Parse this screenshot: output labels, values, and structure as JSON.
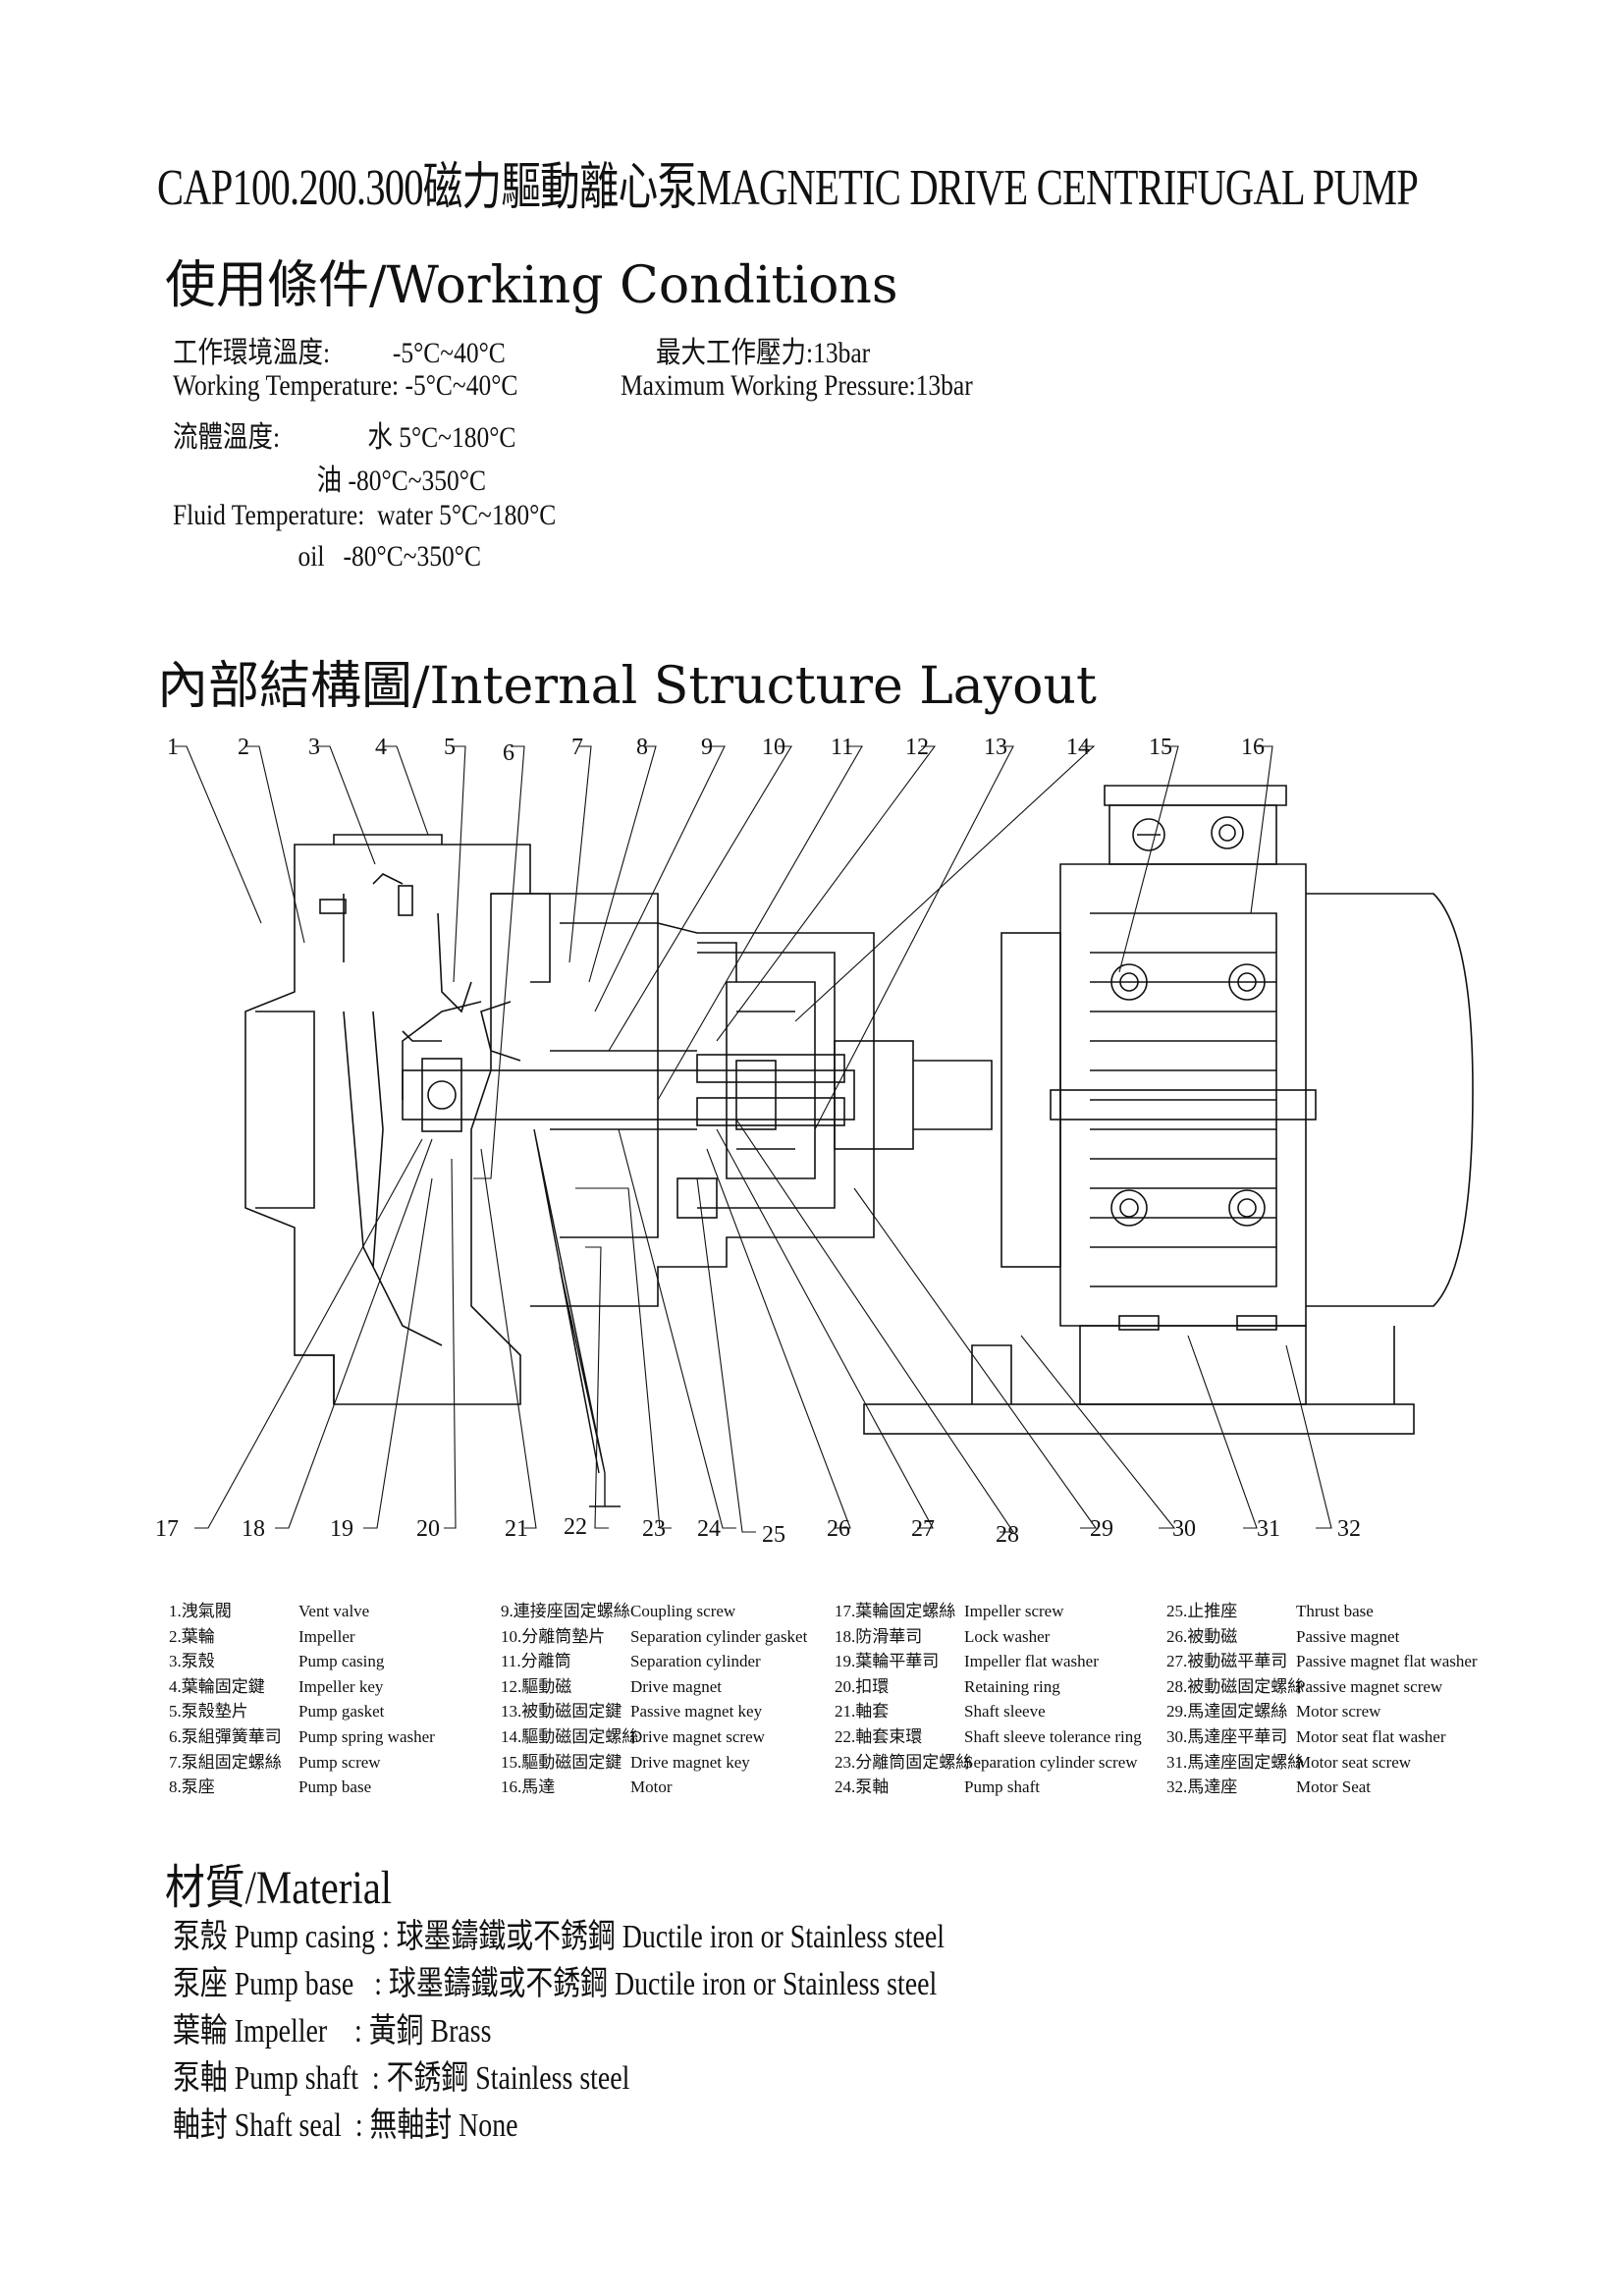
{
  "title": "CAP100.200.300磁力驅動離心泵MAGNETIC DRIVE CENTRIFUGAL PUMP",
  "working_conditions": {
    "heading": "使用條件/Working Conditions",
    "lines": [
      {
        "left": "工作環境溫度:          -5°C~40°C",
        "right": "最大工作壓力:13bar"
      },
      {
        "left": "Working Temperature: -5°C~40°C",
        "right": "Maximum Working Pressure:13bar"
      },
      {
        "left": "流體溫度:              水 5°C~180°C",
        "right": ""
      },
      {
        "left": "                       油 -80°C~350°C",
        "right": ""
      },
      {
        "left": "Fluid Temperature:  water 5°C~180°C",
        "right": ""
      },
      {
        "left": "                    oil   -80°C~350°C",
        "right": ""
      }
    ]
  },
  "internal_structure": {
    "heading": "內部結構圖/Internal Structure Layout",
    "top_callouts": [
      "1",
      "2",
      "3",
      "4",
      "5",
      "6",
      "7",
      "8",
      "9",
      "10",
      "11",
      "12",
      "13",
      "14",
      "15",
      "16"
    ],
    "bottom_callouts": [
      "17",
      "18",
      "19",
      "20",
      "21",
      "22",
      "23",
      "24",
      "25",
      "26",
      "27",
      "28",
      "29",
      "30",
      "31",
      "32"
    ]
  },
  "parts": [
    {
      "no": "1.洩氣閥",
      "en": "Vent valve"
    },
    {
      "no": "2.葉輪",
      "en": "Impeller"
    },
    {
      "no": "3.泵殼",
      "en": "Pump casing"
    },
    {
      "no": "4.葉輪固定鍵",
      "en": "Impeller key"
    },
    {
      "no": "5.泵殼墊片",
      "en": "Pump gasket"
    },
    {
      "no": "6.泵組彈簧華司",
      "en": "Pump spring washer"
    },
    {
      "no": "7.泵組固定螺絲",
      "en": "Pump screw"
    },
    {
      "no": "8.泵座",
      "en": "Pump base"
    },
    {
      "no": "9.連接座固定螺絲",
      "en": "Coupling screw"
    },
    {
      "no": "10.分離筒墊片",
      "en": "Separation cylinder gasket"
    },
    {
      "no": "11.分離筒",
      "en": "Separation cylinder"
    },
    {
      "no": "12.驅動磁",
      "en": "Drive magnet"
    },
    {
      "no": "13.被動磁固定鍵",
      "en": "Passive magnet key"
    },
    {
      "no": "14.驅動磁固定螺絲",
      "en": "Drive magnet screw"
    },
    {
      "no": "15.驅動磁固定鍵",
      "en": "Drive magnet key"
    },
    {
      "no": "16.馬達",
      "en": "Motor"
    },
    {
      "no": "17.葉輪固定螺絲",
      "en": "Impeller screw"
    },
    {
      "no": "18.防滑華司",
      "en": "Lock washer"
    },
    {
      "no": "19.葉輪平華司",
      "en": "Impeller flat washer"
    },
    {
      "no": "20.扣環",
      "en": "Retaining ring"
    },
    {
      "no": "21.軸套",
      "en": "Shaft sleeve"
    },
    {
      "no": "22.軸套束環",
      "en": "Shaft sleeve tolerance ring"
    },
    {
      "no": "23.分離筒固定螺絲",
      "en": "Separation cylinder screw"
    },
    {
      "no": "24.泵軸",
      "en": "Pump shaft"
    },
    {
      "no": "25.止推座",
      "en": "Thrust base"
    },
    {
      "no": "26.被動磁",
      "en": "Passive magnet"
    },
    {
      "no": "27.被動磁平華司",
      "en": "Passive magnet flat washer"
    },
    {
      "no": "28.被動磁固定螺絲",
      "en": "Passive magnet screw"
    },
    {
      "no": "29.馬達固定螺絲",
      "en": "Motor screw"
    },
    {
      "no": "30.馬達座平華司",
      "en": "Motor seat flat washer"
    },
    {
      "no": "31.馬達座固定螺絲",
      "en": "Motor seat screw"
    },
    {
      "no": "32.馬達座",
      "en": "Motor Seat"
    }
  ],
  "material": {
    "heading": "材質/Material",
    "rows": [
      "泵殼 Pump casing : 球墨鑄鐵或不銹鋼 Ductile iron or Stainless steel",
      "泵座 Pump base   : 球墨鑄鐵或不銹鋼 Ductile iron or Stainless steel",
      "葉輪 Impeller    : 黃銅 Brass",
      "泵軸 Pump shaft  : 不銹鋼 Stainless steel",
      "軸封 Shaft seal  : 無軸封 None"
    ]
  }
}
